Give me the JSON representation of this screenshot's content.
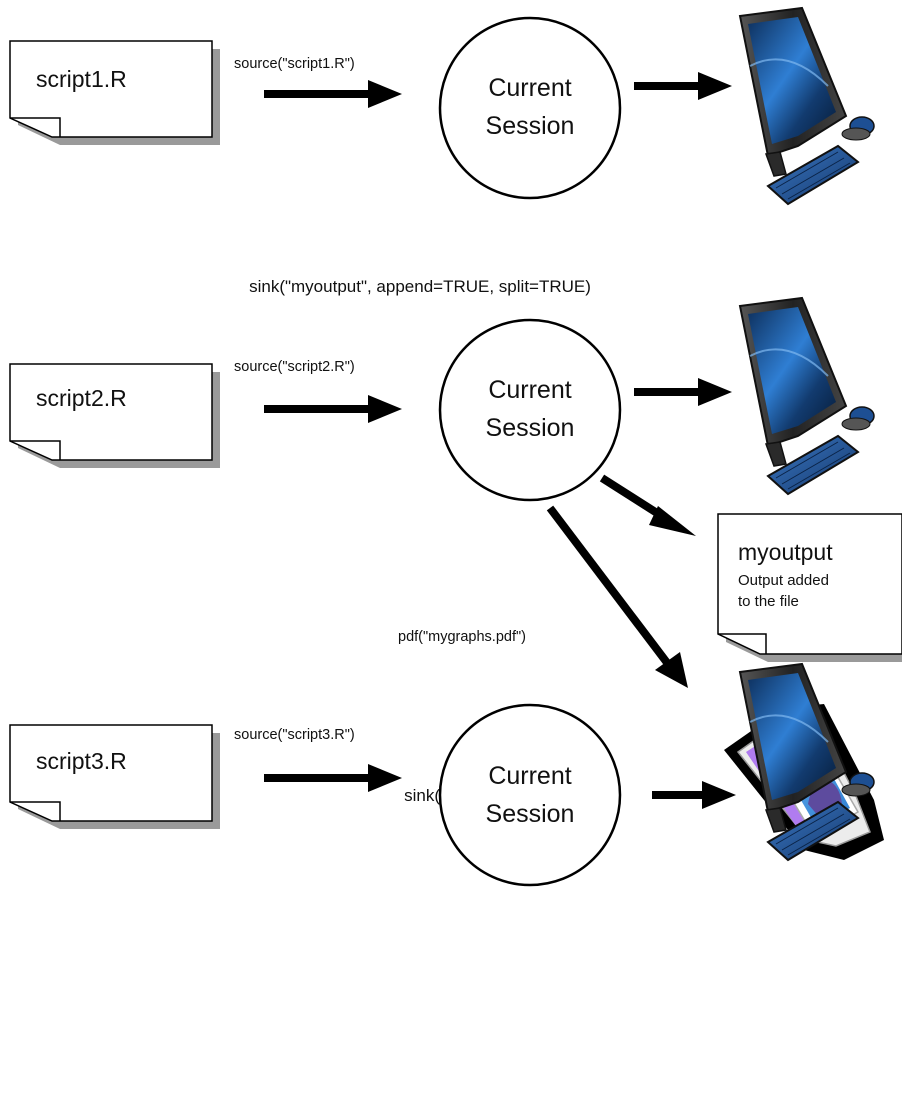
{
  "section1": {
    "script_label": "script1.R",
    "source_cmd": "source(\"script1.R\")",
    "session_line1": "Current",
    "session_line2": "Session",
    "computer_icon": "desktop-computer-icon"
  },
  "sink_cmd": "sink(\"myoutput\", append=TRUE, split=TRUE)",
  "section2": {
    "script_label": "script2.R",
    "source_cmd": "source(\"script2.R\")",
    "session_line1": "Current",
    "session_line2": "Session",
    "computer_icon": "desktop-computer-icon",
    "output_file": {
      "title": "myoutput",
      "line1": "Output added",
      "line2": "to the file"
    },
    "pdf_cmd": "pdf(\"mygraphs.pdf\")",
    "graphs_icon": "image-files-icon"
  },
  "close_cmd": "sink(), dev.off()",
  "section3": {
    "script_label": "script3.R",
    "source_cmd": "source(\"script3.R\")",
    "session_line1": "Current",
    "session_line2": "Session",
    "computer_icon": "desktop-computer-icon"
  },
  "colors": {
    "arrow": "#000000",
    "shadow": "#9a9a9a",
    "screen": "#1f5fa8",
    "photo": "#4f9ee0"
  }
}
